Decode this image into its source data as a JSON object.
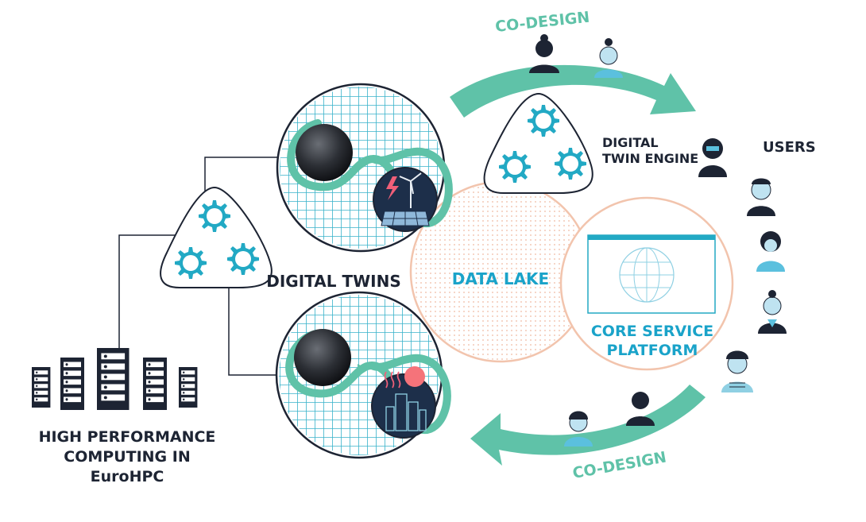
{
  "colors": {
    "dark": "#1d2433",
    "teal": "#5fc2a8",
    "cyan": "#22a9c4",
    "blue": "#1aa3c9",
    "peach": "#f2c4ad",
    "light_blue": "#bfe3f1"
  },
  "icons": [
    "server-rack-icon",
    "gear-icon",
    "earth-icon",
    "wind-turbine-icon",
    "solar-panel-icon",
    "city-heat-icon",
    "user-icon",
    "globe-window-icon"
  ],
  "labels": {
    "codesign_top": "CO-DESIGN",
    "codesign_bottom": "CO-DESIGN",
    "engine_line1": "DIGITAL",
    "engine_line2": "TWIN ENGINE",
    "users": "USERS",
    "digital_twins": "DIGITAL TWINS",
    "data_lake": "DATA LAKE",
    "core_line1": "CORE SERVICE",
    "core_line2": "PLATFORM",
    "hpc_line1": "HIGH PERFORMANCE",
    "hpc_line2": "COMPUTING IN",
    "hpc_line3": "EuroHPC"
  }
}
